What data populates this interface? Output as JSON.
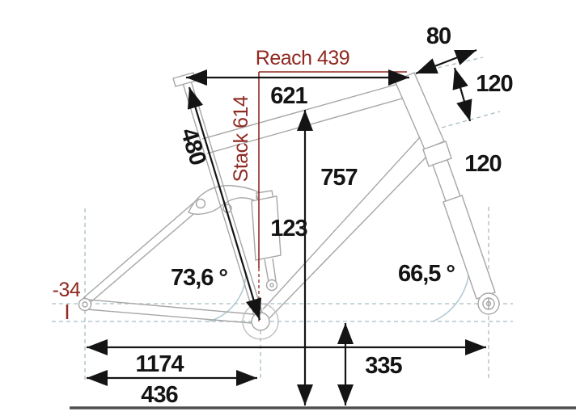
{
  "diagram": {
    "title": "bike-frame-geometry",
    "colors": {
      "dimension_black": "#141414",
      "highlight_red": "#8f2a21",
      "frame_gray": "#a6a6a6",
      "guide_dashed": "#a7bcc3",
      "angle_arc": "#b2cbd3",
      "ground": "#4f4f4f"
    },
    "labels": {
      "reach": "Reach 439",
      "stack": "Stack 614",
      "bb_drop": "-34",
      "seat_tube_length": "480",
      "top_tube_length": "621",
      "stem_length": "80",
      "head_tube_length": "120",
      "fork_travel": "120",
      "standover_height": "757",
      "shock_length": "123",
      "seat_tube_angle": "73,6 °",
      "head_tube_angle": "66,5 °",
      "wheelbase": "1174",
      "chainstay_length": "436",
      "bb_height": "335"
    }
  }
}
